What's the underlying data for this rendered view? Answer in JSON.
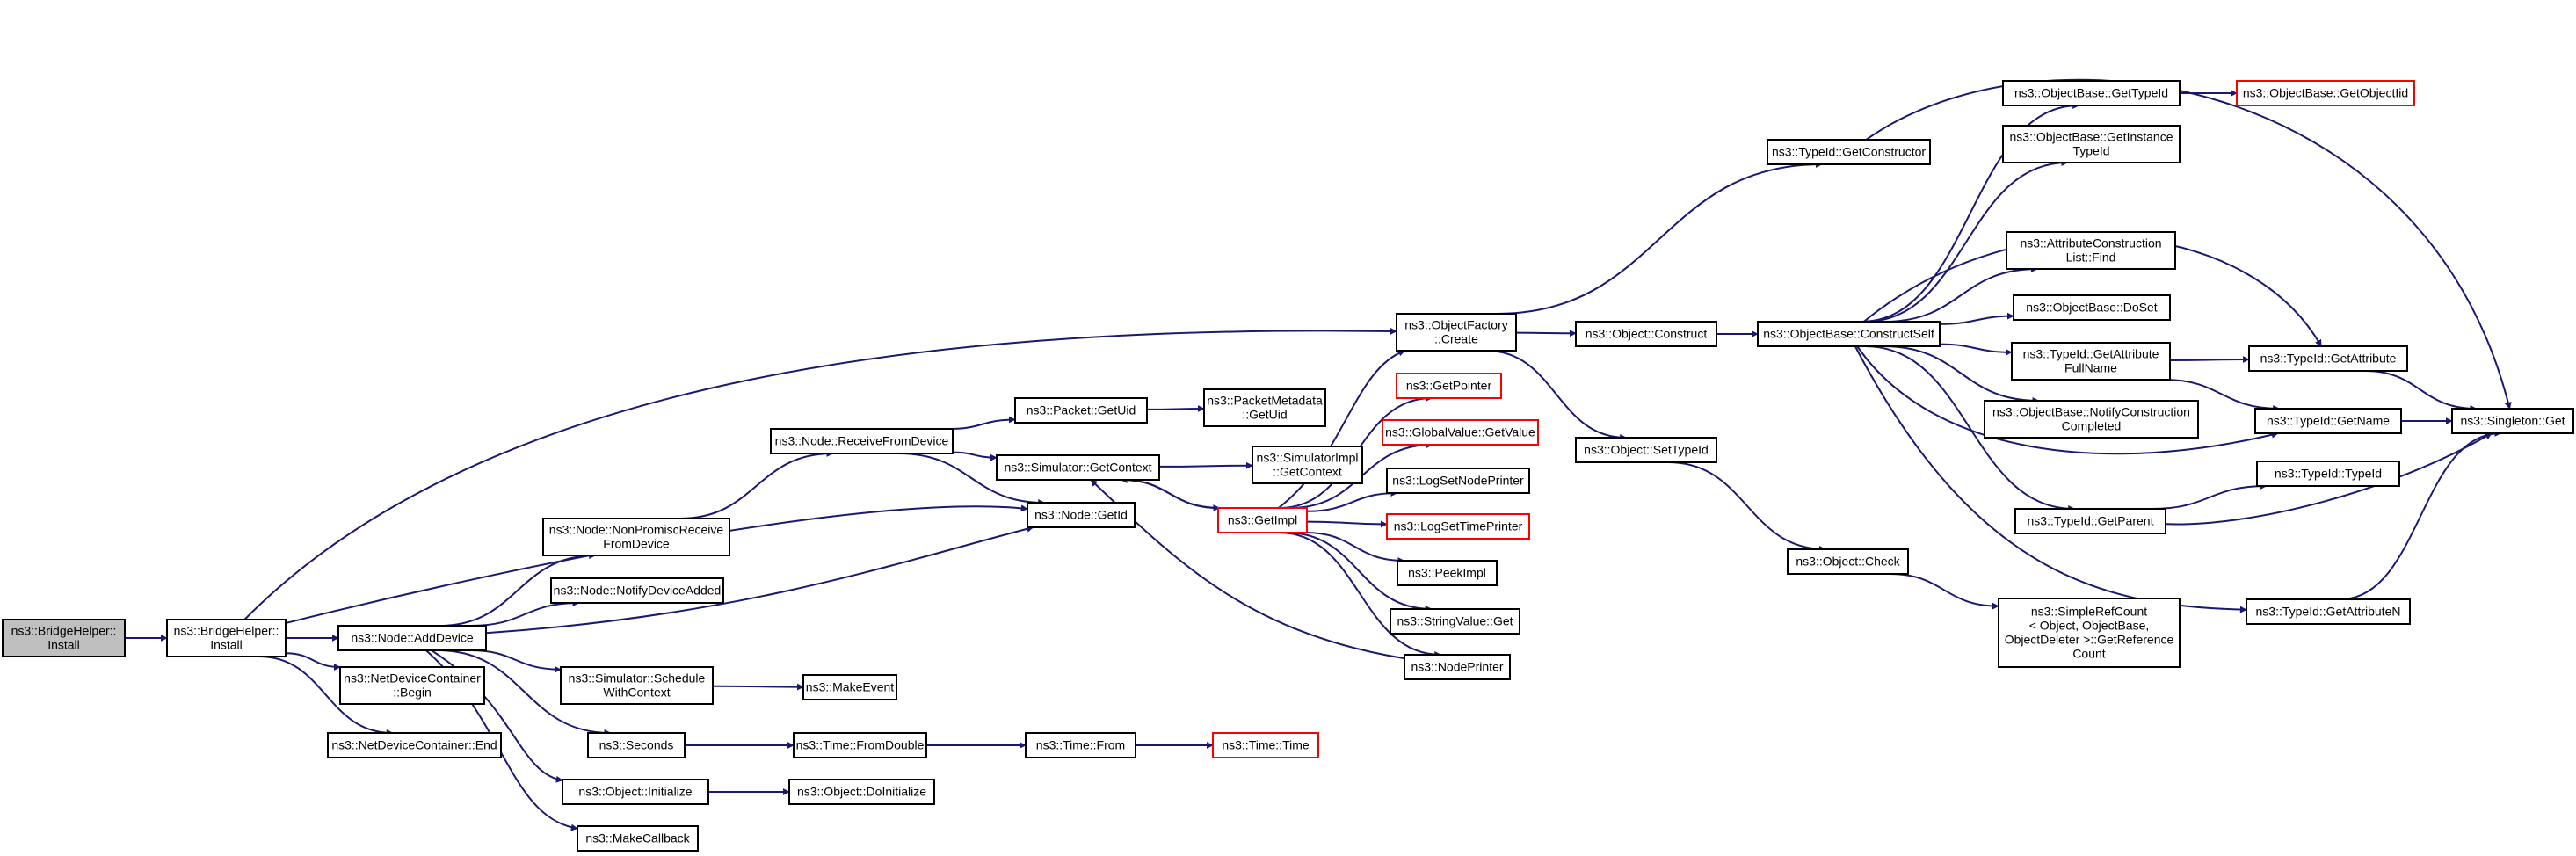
{
  "colors": {
    "edge": "#191970",
    "root_fill": "#bfbfbf",
    "truncated_border": "#ff0000",
    "node_border": "#000000"
  },
  "nodes": [
    {
      "id": "bridgehelper_install_root",
      "lines": [
        "ns3::BridgeHelper::",
        "Install"
      ],
      "style": "root"
    },
    {
      "id": "bridgehelper_install",
      "lines": [
        "ns3::BridgeHelper::",
        "Install"
      ],
      "style": "normal"
    },
    {
      "id": "node_adddevice",
      "lines": [
        "ns3::Node::AddDevice"
      ],
      "style": "normal"
    },
    {
      "id": "netdevicecontainer_begin",
      "lines": [
        "ns3::NetDeviceContainer",
        "::Begin"
      ],
      "style": "normal"
    },
    {
      "id": "netdevicecontainer_end",
      "lines": [
        "ns3::NetDeviceContainer::End"
      ],
      "style": "normal"
    },
    {
      "id": "node_nonpromisc",
      "lines": [
        "ns3::Node::NonPromiscReceive",
        "FromDevice"
      ],
      "style": "normal"
    },
    {
      "id": "node_notifydeviceadded",
      "lines": [
        "ns3::Node::NotifyDeviceAdded"
      ],
      "style": "normal"
    },
    {
      "id": "simulator_schedulewithcontext",
      "lines": [
        "ns3::Simulator::Schedule",
        "WithContext"
      ],
      "style": "normal"
    },
    {
      "id": "seconds",
      "lines": [
        "ns3::Seconds"
      ],
      "style": "normal"
    },
    {
      "id": "object_initialize",
      "lines": [
        "ns3::Object::Initialize"
      ],
      "style": "normal"
    },
    {
      "id": "makecallback",
      "lines": [
        "ns3::MakeCallback"
      ],
      "style": "normal"
    },
    {
      "id": "node_receivefromdevice",
      "lines": [
        "ns3::Node::ReceiveFromDevice"
      ],
      "style": "normal"
    },
    {
      "id": "makeevent",
      "lines": [
        "ns3::MakeEvent"
      ],
      "style": "normal"
    },
    {
      "id": "time_fromdouble",
      "lines": [
        "ns3::Time::FromDouble"
      ],
      "style": "normal"
    },
    {
      "id": "object_doinitialize",
      "lines": [
        "ns3::Object::DoInitialize"
      ],
      "style": "normal"
    },
    {
      "id": "packet_getuid",
      "lines": [
        "ns3::Packet::GetUid"
      ],
      "style": "normal"
    },
    {
      "id": "simulator_getcontext",
      "lines": [
        "ns3::Simulator::GetContext"
      ],
      "style": "normal"
    },
    {
      "id": "node_getid",
      "lines": [
        "ns3::Node::GetId"
      ],
      "style": "normal"
    },
    {
      "id": "time_from",
      "lines": [
        "ns3::Time::From"
      ],
      "style": "normal"
    },
    {
      "id": "packetmetadata_getuid",
      "lines": [
        "ns3::PacketMetadata",
        "::GetUid"
      ],
      "style": "normal"
    },
    {
      "id": "simulatorimpl_getcontext",
      "lines": [
        "ns3::SimulatorImpl",
        "::GetContext"
      ],
      "style": "normal"
    },
    {
      "id": "getimpl",
      "lines": [
        "ns3::GetImpl"
      ],
      "style": "truncated"
    },
    {
      "id": "time_time",
      "lines": [
        "ns3::Time::Time"
      ],
      "style": "truncated"
    },
    {
      "id": "objectfactory_create",
      "lines": [
        "ns3::ObjectFactory",
        "::Create"
      ],
      "style": "normal"
    },
    {
      "id": "getpointer",
      "lines": [
        "ns3::GetPointer"
      ],
      "style": "truncated"
    },
    {
      "id": "globalvalue_getvalue",
      "lines": [
        "ns3::GlobalValue::GetValue"
      ],
      "style": "truncated"
    },
    {
      "id": "logsetnodeprinter",
      "lines": [
        "ns3::LogSetNodePrinter"
      ],
      "style": "normal"
    },
    {
      "id": "logsettimeprinter",
      "lines": [
        "ns3::LogSetTimePrinter"
      ],
      "style": "truncated"
    },
    {
      "id": "peekimpl",
      "lines": [
        "ns3::PeekImpl"
      ],
      "style": "normal"
    },
    {
      "id": "stringvalue_get",
      "lines": [
        "ns3::StringValue::Get"
      ],
      "style": "normal"
    },
    {
      "id": "nodeprinter",
      "lines": [
        "ns3::NodePrinter"
      ],
      "style": "normal"
    },
    {
      "id": "object_construct",
      "lines": [
        "ns3::Object::Construct"
      ],
      "style": "normal"
    },
    {
      "id": "object_settypeid",
      "lines": [
        "ns3::Object::SetTypeId"
      ],
      "style": "normal"
    },
    {
      "id": "typeid_getconstructor",
      "lines": [
        "ns3::TypeId::GetConstructor"
      ],
      "style": "normal"
    },
    {
      "id": "objectbase_constructself",
      "lines": [
        "ns3::ObjectBase::ConstructSelf"
      ],
      "style": "normal"
    },
    {
      "id": "object_check",
      "lines": [
        "ns3::Object::Check"
      ],
      "style": "normal"
    },
    {
      "id": "objectbase_gettypeid",
      "lines": [
        "ns3::ObjectBase::GetTypeId"
      ],
      "style": "normal"
    },
    {
      "id": "objectbase_getinstancetypeid",
      "lines": [
        "ns3::ObjectBase::GetInstance",
        "TypeId"
      ],
      "style": "normal"
    },
    {
      "id": "attributeconstructionlist_find",
      "lines": [
        "ns3::AttributeConstruction",
        "List::Find"
      ],
      "style": "normal"
    },
    {
      "id": "objectbase_doset",
      "lines": [
        "ns3::ObjectBase::DoSet"
      ],
      "style": "normal"
    },
    {
      "id": "typeid_getattributefullname",
      "lines": [
        "ns3::TypeId::GetAttribute",
        "FullName"
      ],
      "style": "normal"
    },
    {
      "id": "objectbase_notifyconstructioncompleted",
      "lines": [
        "ns3::ObjectBase::NotifyConstruction",
        "Completed"
      ],
      "style": "normal"
    },
    {
      "id": "typeid_getparent",
      "lines": [
        "ns3::TypeId::GetParent"
      ],
      "style": "normal"
    },
    {
      "id": "simplerefcount_getreferencecount",
      "lines": [
        "ns3::SimpleRefCount",
        "< Object, ObjectBase,",
        "ObjectDeleter >::GetReference",
        "Count"
      ],
      "style": "normal"
    },
    {
      "id": "objectbase_getobjectiid",
      "lines": [
        "ns3::ObjectBase::GetObjectIid"
      ],
      "style": "truncated"
    },
    {
      "id": "typeid_getattribute",
      "lines": [
        "ns3::TypeId::GetAttribute"
      ],
      "style": "normal"
    },
    {
      "id": "typeid_getname",
      "lines": [
        "ns3::TypeId::GetName"
      ],
      "style": "normal"
    },
    {
      "id": "typeid_typeid",
      "lines": [
        "ns3::TypeId::TypeId"
      ],
      "style": "normal"
    },
    {
      "id": "typeid_getattributen",
      "lines": [
        "ns3::TypeId::GetAttributeN"
      ],
      "style": "normal"
    },
    {
      "id": "singleton_get",
      "lines": [
        "ns3::Singleton::Get"
      ],
      "style": "normal"
    }
  ]
}
